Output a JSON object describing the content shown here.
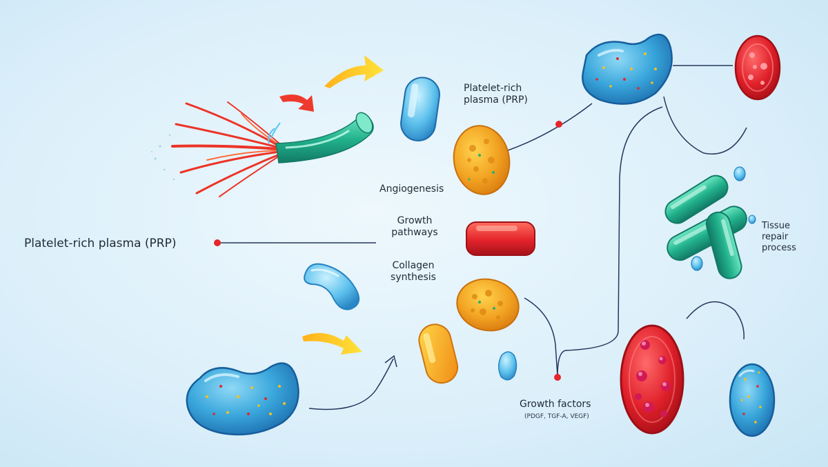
{
  "labels": {
    "main_prp": "Platelet-rich plasma (PRP)",
    "prp_top_line1": "Platelet-rich",
    "prp_top_line2": "plasma (PRP)",
    "angiogenesis": "Angiogenesis",
    "growth_pathways_line1": "Growth",
    "growth_pathways_line2": "pathways",
    "collagen_line1": "Collagen",
    "collagen_line2": "synthesis",
    "tissue_line1": "Tissue",
    "tissue_line2": "repair",
    "tissue_line3": "process",
    "growth_factors": "Growth factors",
    "growth_factors_sub": "(PDGF, TGF-A, VEGF)"
  },
  "colors": {
    "background": "#dff1fb",
    "connector": "#23365c",
    "node_dot": "#e5262b",
    "blue_cell": "#3aa7dc",
    "green_cell": "#22b28c",
    "red_cell": "#e0202a",
    "orange_cell": "#f2a322",
    "arrow_red": "#ee3a2c",
    "arrow_yellow": "#f7c21d"
  }
}
